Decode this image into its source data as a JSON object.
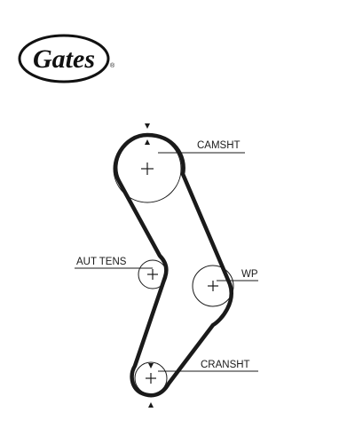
{
  "brand": {
    "name": "Gates",
    "registered_mark": "®"
  },
  "components": {
    "camshaft": {
      "label": "CAMSHT"
    },
    "auto_tensioner": {
      "label": "AUT TENS"
    },
    "water_pump": {
      "label": "WP"
    },
    "crankshaft": {
      "label": "CRANSHT"
    }
  },
  "colors": {
    "belt": "#1a1a1a",
    "line": "#1a1a1a",
    "background": "#ffffff"
  }
}
